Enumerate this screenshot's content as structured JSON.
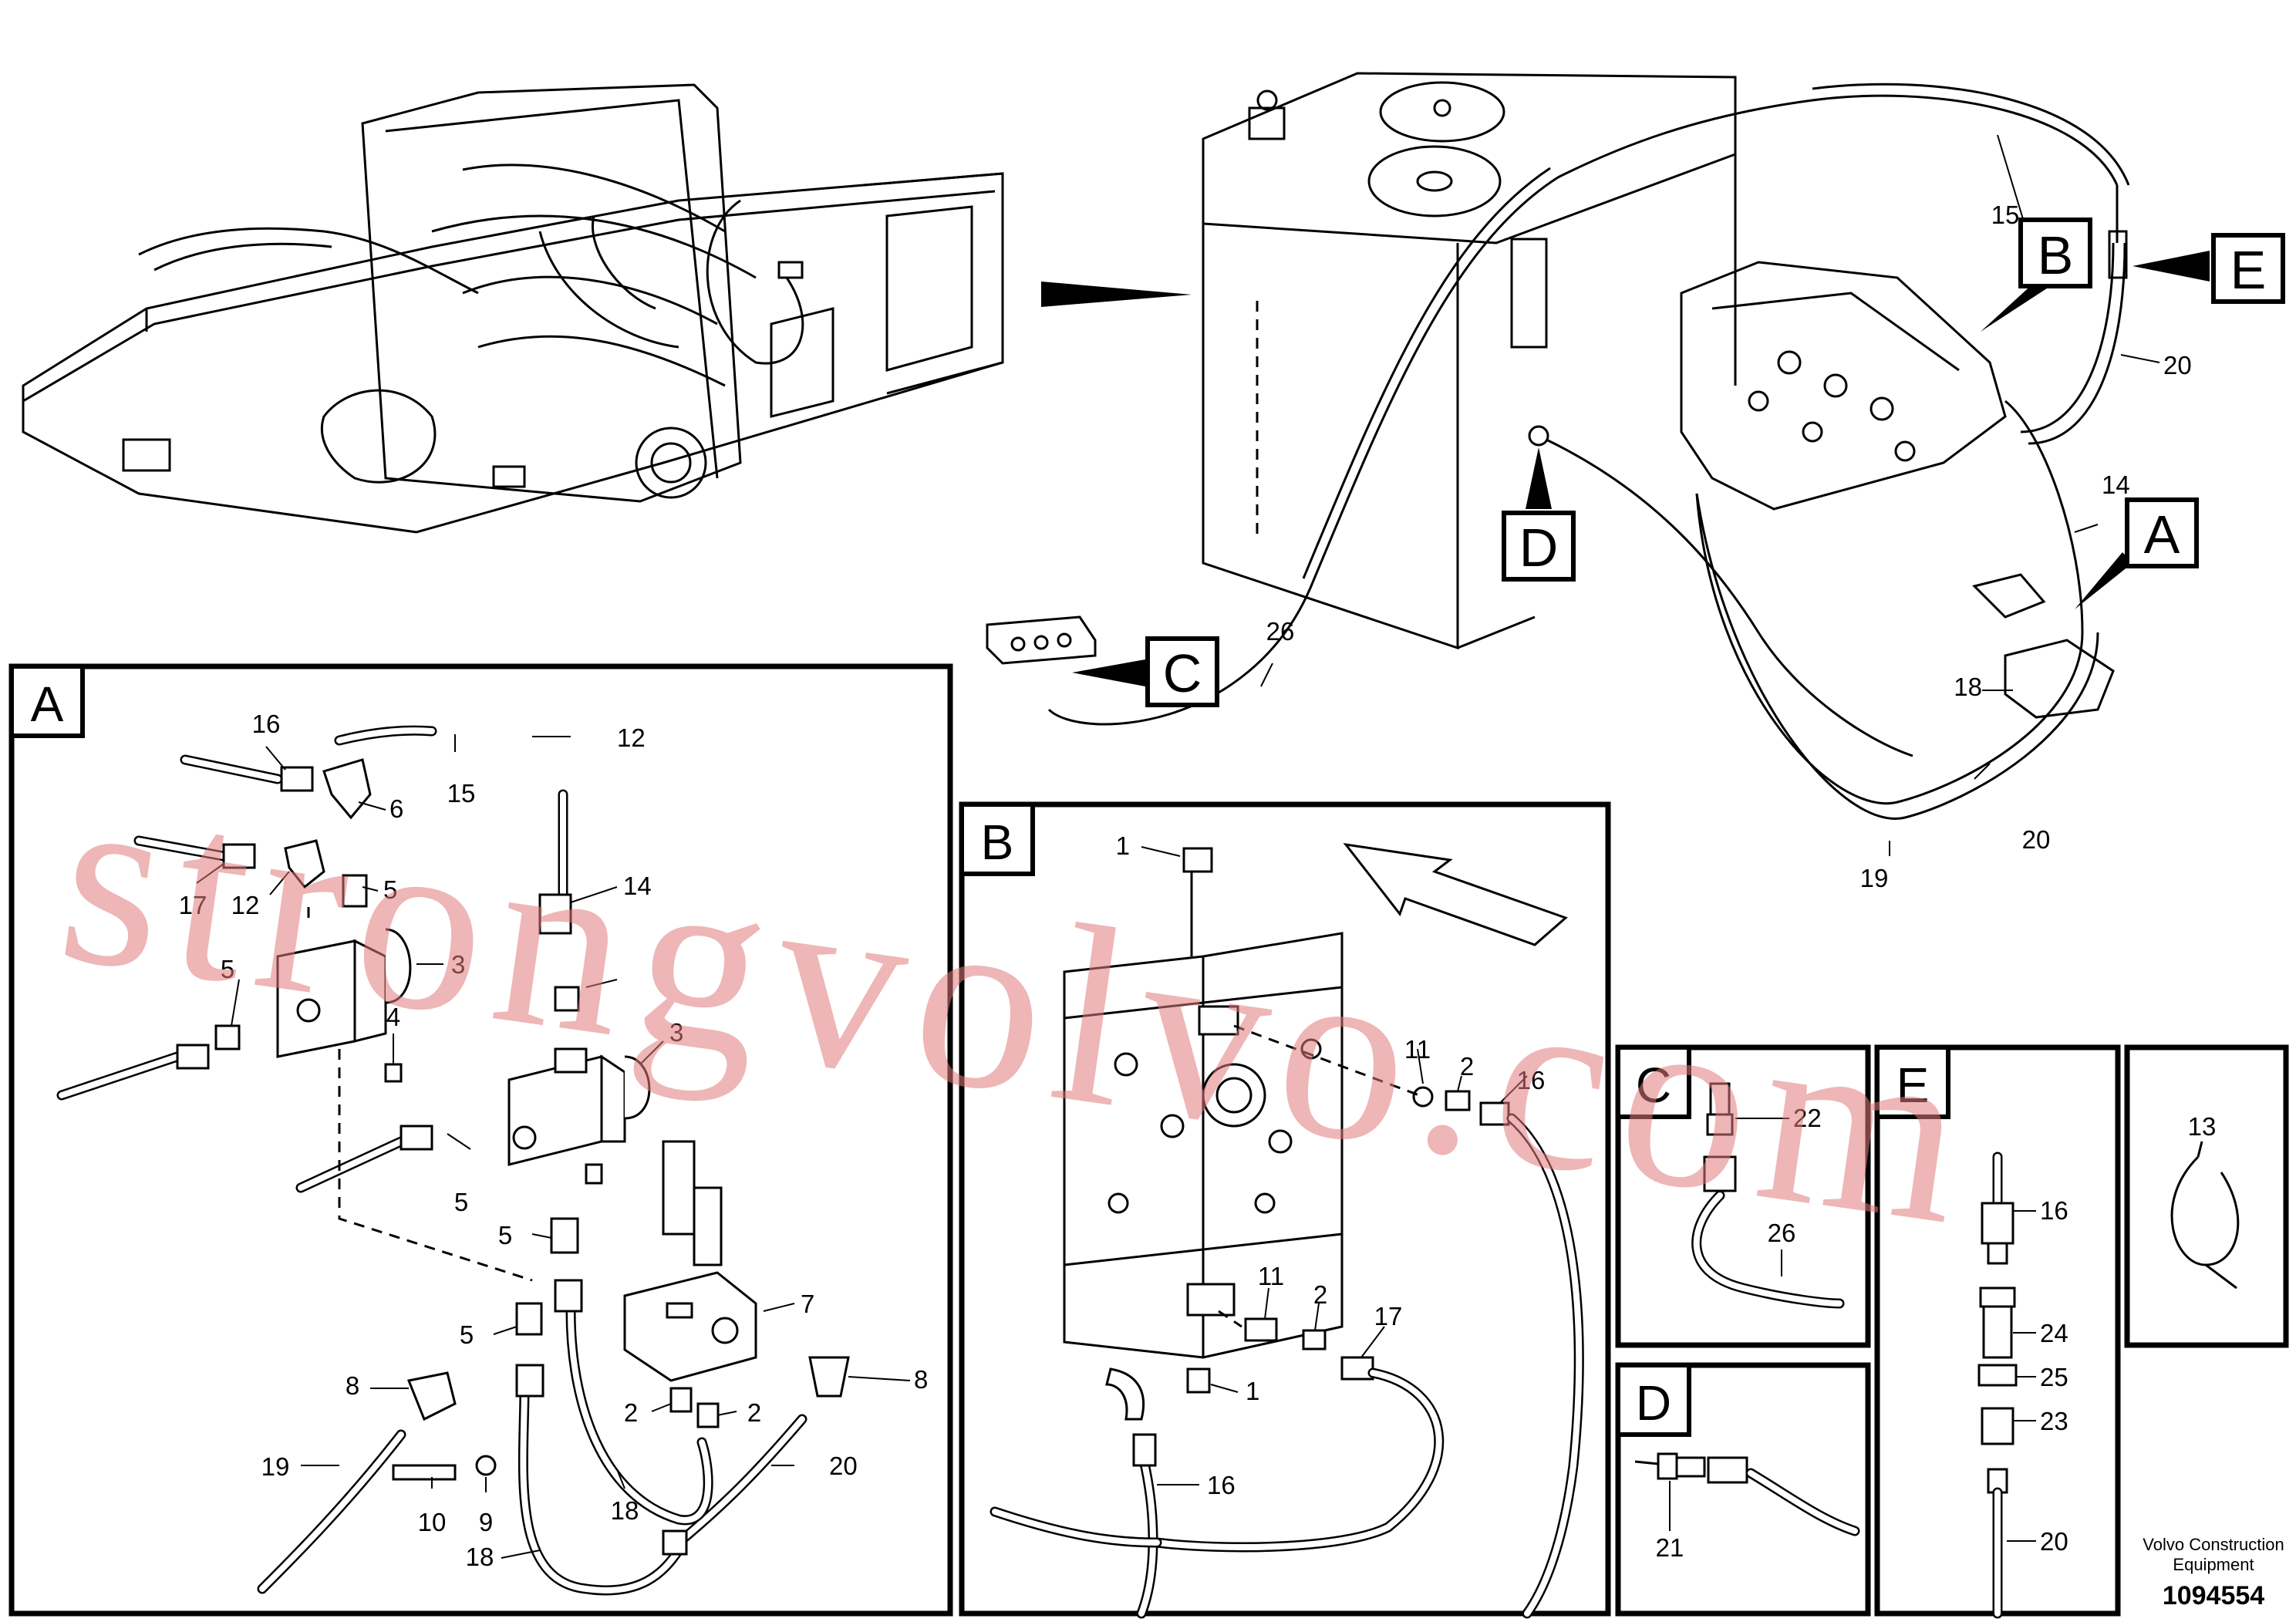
{
  "panels": {
    "A": {
      "letter": "A",
      "labels": {
        "16": "16",
        "6": "6",
        "15": "15",
        "12a": "12",
        "17": "17",
        "12b": "12",
        "5a": "5",
        "14": "14",
        "3a": "3",
        "5b": "5",
        "4": "4",
        "3b": "3",
        "5c": "5",
        "5d": "5",
        "5e": "5",
        "7": "7",
        "8a": "8",
        "8b": "8",
        "2a": "2",
        "2b": "2",
        "19": "19",
        "10": "10",
        "9": "9",
        "18a": "18",
        "18b": "18",
        "20": "20"
      }
    },
    "B": {
      "letter": "B",
      "labels": {
        "1a": "1",
        "11a": "11",
        "2a": "2",
        "16a": "16",
        "11b": "11",
        "2b": "2",
        "17": "17",
        "1b": "1",
        "16b": "16"
      }
    },
    "C": {
      "letter": "C",
      "labels": {
        "22": "22",
        "26": "26"
      }
    },
    "D": {
      "letter": "D",
      "labels": {
        "21": "21"
      }
    },
    "E": {
      "letter": "E",
      "labels": {
        "16": "16",
        "24": "24",
        "25": "25",
        "23": "23",
        "20": "20"
      }
    },
    "F": {
      "labels": {
        "13": "13"
      }
    }
  },
  "overview": {
    "markers": {
      "B": "B",
      "E": "E",
      "D": "D",
      "A": "A",
      "C": "C"
    },
    "labels": {
      "15": "15",
      "20a": "20",
      "14": "14",
      "18": "18",
      "20b": "20",
      "19": "19",
      "26": "26"
    }
  },
  "watermark": "strongvolvo.com",
  "footer": {
    "company_line1": "Volvo Construction",
    "company_line2": "Equipment",
    "drawing_number": "1094554"
  }
}
